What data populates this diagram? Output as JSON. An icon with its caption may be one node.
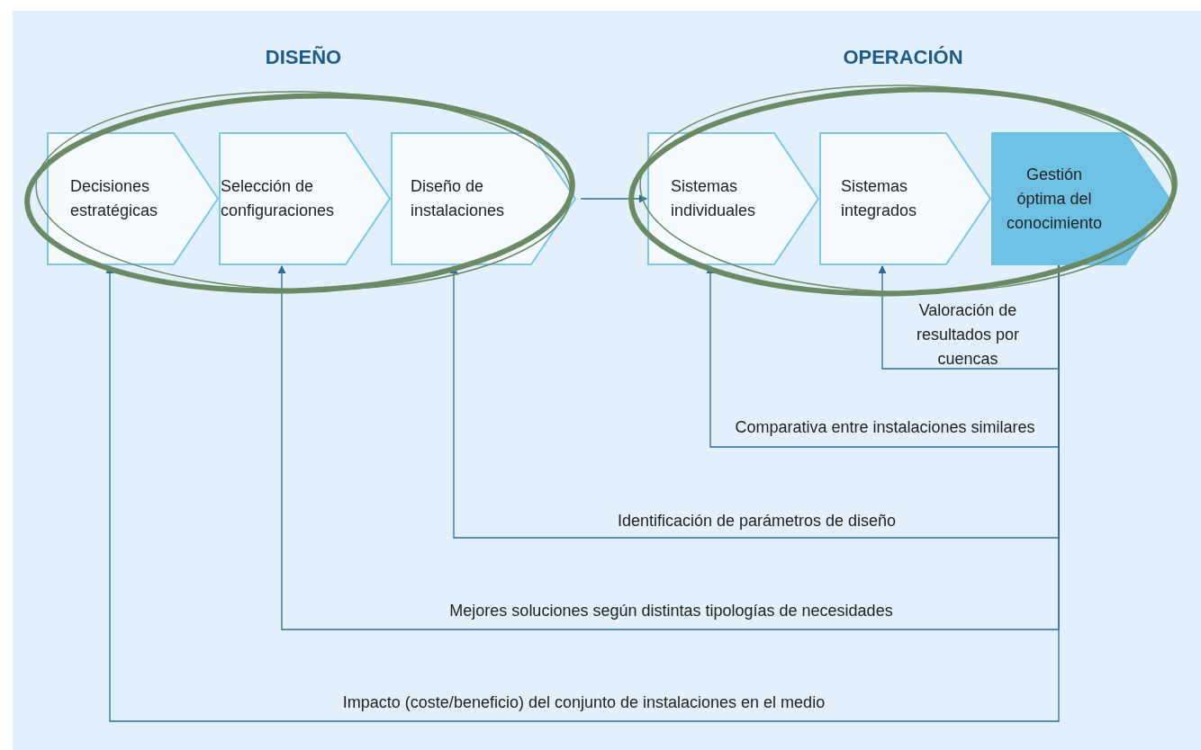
{
  "diagram": {
    "nodes": [
      {
        "text": [
          "DISEÑO"
        ]
      },
      {
        "text": [
          "Decisiones estratégicas"
        ],
        "in": 0
      },
      {
        "text": [
          "Selección de configuraciones"
        ],
        "in": 0
      },
      {
        "text": [
          "Diseño de instalaciones"
        ],
        "in": 0
      },
      {
        "text": [
          "OPERACIÓN"
        ]
      },
      {
        "text": [
          "Sistemas individuales"
        ],
        "in": 4
      },
      {
        "text": [
          "Sistemas integrados"
        ],
        "in": 4
      },
      {
        "text": [
          "Gestión óptima del conocimiento"
        ],
        "in": 4
      }
    ],
    "edges": [
      {
        "from": 3,
        "to": 5,
        "arrow": "to"
      },
      {
        "from": 7,
        "to": 6,
        "arrow": "to",
        "label": "Valoración de resultados por cuencas"
      },
      {
        "from": 7,
        "to": 5,
        "arrow": "to",
        "label": "Comparativa entre instalaciones similares"
      },
      {
        "from": 7,
        "to": 3,
        "arrow": "to",
        "label": "Identificación de parámetros de diseño"
      },
      {
        "from": 7,
        "to": 2,
        "arrow": "to",
        "label": "Mejores soluciones según distintas tipologías de necesidades"
      },
      {
        "from": 7,
        "to": 1,
        "arrow": "to",
        "label": "Impacto (coste/beneficio) del conjunto de instalaciones en el medio"
      }
    ]
  }
}
